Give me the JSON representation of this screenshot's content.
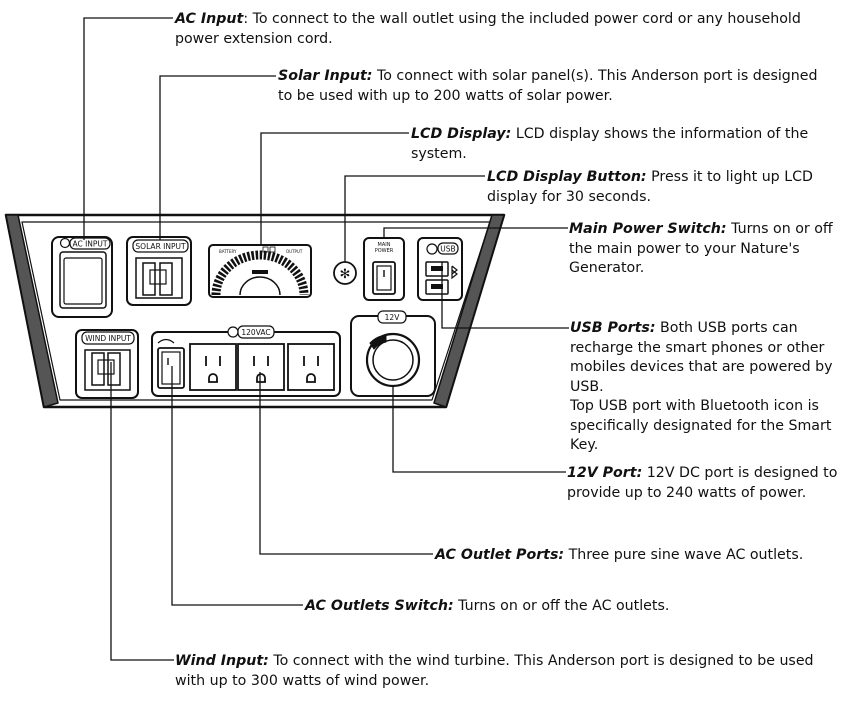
{
  "callouts": {
    "ac_input": {
      "term": "AC Input",
      "desc": ": To connect to the wall outlet using the included power cord or any household power extension cord."
    },
    "solar_input": {
      "term": "Solar Input:",
      "desc": " To connect with solar panel(s). This Anderson port is designed to be used with up to 200 watts of solar power."
    },
    "lcd_display": {
      "term": "LCD Display:",
      "desc": " LCD display shows the information of the system."
    },
    "lcd_button": {
      "term": "LCD Display Button:",
      "desc": " Press it to light up LCD display for 30 seconds."
    },
    "main_power": {
      "term": "Main Power Switch:",
      "desc": " Turns on or off the main power to your Nature's Generator."
    },
    "usb_ports": {
      "term": "USB Ports:",
      "desc": " Both USB ports can recharge the smart phones or other mobiles devices that are powered by USB.",
      "desc2": "Top USB port with Bluetooth icon is specifically designated for the Smart Key."
    },
    "port_12v": {
      "term": "12V Port:",
      "desc": " 12V DC port is designed to provide up to 240 watts of power."
    },
    "ac_outlets": {
      "term": "AC Outlet Ports:",
      "desc": " Three pure sine wave AC outlets."
    },
    "ac_switch": {
      "term": "AC Outlets Switch:",
      "desc": " Turns on or off the AC outlets."
    },
    "wind_input": {
      "term": "Wind Input:",
      "desc": " To connect with the wind turbine. This Anderson port is designed to be used with up to 300 watts of wind power."
    }
  },
  "panel": {
    "ac_input_label": "AC INPUT",
    "solar_input_label": "SOLAR INPUT",
    "battery_label": "BATTERY",
    "output_label": "OUTPUT",
    "main_power_label_1": "MAIN",
    "main_power_label_2": "POWER",
    "usb_label": "USB",
    "wind_input_label": "WIND INPUT",
    "ac_label": "120VAC",
    "dc_label": "12V"
  },
  "icons": [
    "asterisk-icon",
    "bluetooth-icon"
  ],
  "colors": {
    "ink": "#111111",
    "fill": "#ffffff"
  }
}
